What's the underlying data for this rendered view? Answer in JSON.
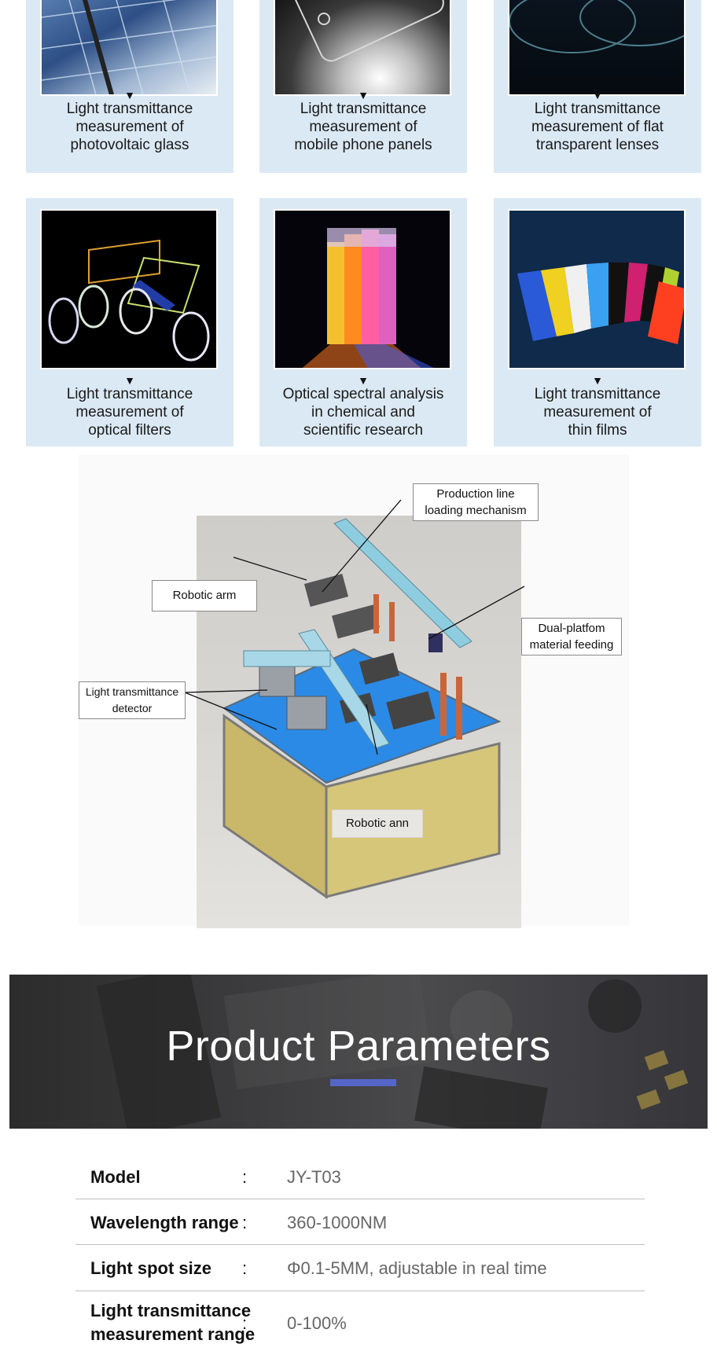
{
  "applications": [
    {
      "caption_lines": [
        "Light transmittance",
        "measurement of",
        "photovoltaic glass"
      ],
      "image": "solar-panel-image"
    },
    {
      "caption_lines": [
        "Light transmittance",
        "measurement of",
        "mobile phone panels"
      ],
      "image": "phone-glass-image"
    },
    {
      "caption_lines": [
        "Light transmittance",
        "measurement of flat",
        "transparent lenses"
      ],
      "image": "lenses-image"
    },
    {
      "caption_lines": [
        "Light transmittance",
        "measurement of",
        "optical filters"
      ],
      "image": "optical-filters-image"
    },
    {
      "caption_lines": [
        "Optical spectral analysis",
        "in chemical and",
        "scientific research"
      ],
      "image": "cuvettes-image"
    },
    {
      "caption_lines": [
        "Light transmittance",
        "measurement of",
        "thin films"
      ],
      "image": "color-films-image"
    }
  ],
  "arrow_glyph": "▼",
  "diagram": {
    "callouts": {
      "loading": [
        "Production line",
        "loading mechanism"
      ],
      "robotic_arm_top": "Robotic arm",
      "dual_platform": [
        "Dual-platfom",
        "material feeding"
      ],
      "detector": [
        "Light transmittance",
        "detector"
      ],
      "robotic_arm_bottom": "Robotic ann"
    }
  },
  "banner": {
    "title": "Product Parameters",
    "accent_color": "#5566c8"
  },
  "parameters": [
    {
      "label": "Model",
      "colon": ":",
      "value": "JY-T03"
    },
    {
      "label": "Wavelength range",
      "colon": ":",
      "value": "360-1000NM"
    },
    {
      "label": "Light spot size",
      "colon": ":",
      "value": "Φ0.1-5MM, adjustable in real time"
    },
    {
      "label_lines": [
        "Light transmittance",
        "measurement range"
      ],
      "colon": ":",
      "value": "0-100%"
    }
  ]
}
